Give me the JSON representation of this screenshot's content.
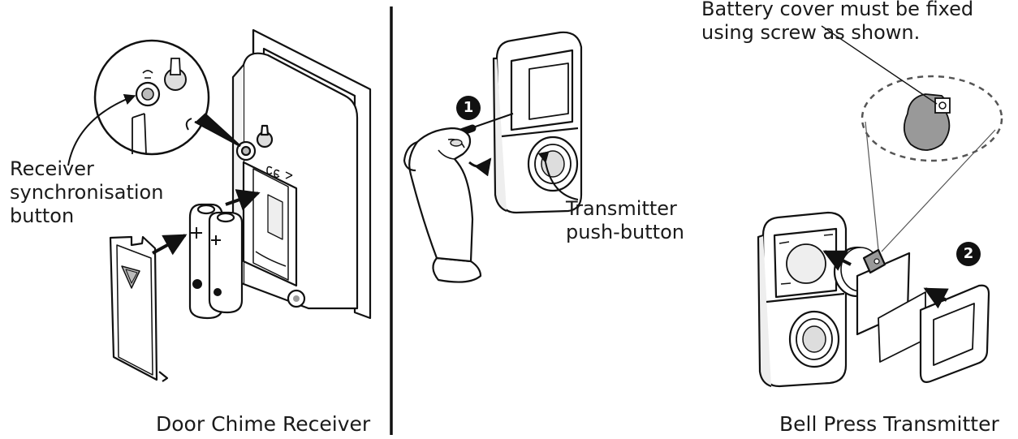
{
  "receiver": {
    "title": "Door Chime Receiver",
    "sync_label_lines": [
      "Receiver",
      "synchronisation",
      "button"
    ]
  },
  "transmitter_button": {
    "label_lines": [
      "Transmitter",
      "push-button"
    ],
    "step_number": "1"
  },
  "bell_press": {
    "title": "Bell Press Transmitter",
    "note_lines": [
      "Battery cover must be fixed",
      "using screw as shown."
    ],
    "step_number": "2"
  }
}
